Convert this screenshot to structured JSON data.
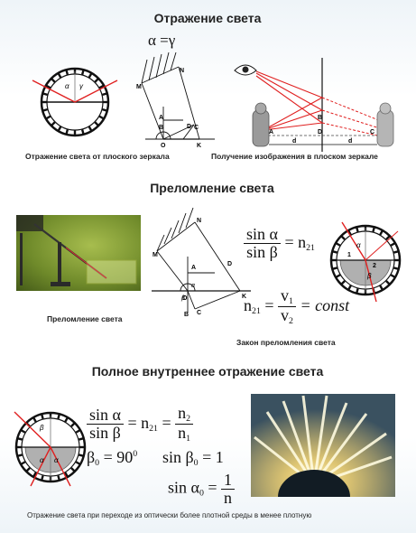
{
  "sections": {
    "reflection_title": "Отражение света",
    "refraction_title": "Преломление света",
    "tir_title": "Полное внутреннее отражение света"
  },
  "reflection": {
    "equality": "α =γ",
    "circle_alpha": "α",
    "circle_gamma": "γ",
    "mirror_caption": "Отражение света от плоского зеркала",
    "image_caption": "Получение изображения в плоском зеркале",
    "points": {
      "M": "M",
      "N": "N",
      "A": "A",
      "B": "B",
      "O": "O",
      "D": "D",
      "K": "K",
      "C": "C",
      "d": "d"
    }
  },
  "refraction": {
    "photo_caption": "Преломление света",
    "law_caption": "Закон преломления света",
    "sin_alpha": "sin α",
    "sin_beta": "sin β",
    "n21_lhs": "= n",
    "n21_sub": "21",
    "n21_rhs_lhs": "n",
    "n21_rhs_sub": "21",
    "v1": "v",
    "v1_sub": "1",
    "v2": "v",
    "v2_sub": "2",
    "const": "= const",
    "circle_alpha": "α",
    "circle_beta": "β",
    "circle_1": "1",
    "circle_2": "2",
    "points": {
      "M": "M",
      "N": "N",
      "A": "A",
      "D": "D",
      "O": "O",
      "B": "B",
      "C": "C",
      "K": "K",
      "alpha": "α",
      "beta": "β"
    }
  },
  "tir": {
    "sin_alpha": "sin α",
    "sin_beta": "sin β",
    "n21": "= n",
    "n21_sub": "21",
    "n2": "n",
    "n2_sub": "2",
    "n1": "n",
    "n1_sub": "1",
    "beta0_eq": "β",
    "beta0_sub": "0",
    "beta0_val": "= 90",
    "beta0_sup": "0",
    "sin_beta0": "sin β",
    "sin_beta0_sub": "0",
    "sin_beta0_val": "= 1",
    "sin_alpha0": "sin α",
    "sin_alpha0_sub": "0",
    "one": "1",
    "n": "n",
    "circle_beta": "β",
    "circle_alpha1": "α",
    "circle_alpha2": "α",
    "caption": "Отражение света при переходе из оптически более плотной среды в менее плотную"
  }
}
